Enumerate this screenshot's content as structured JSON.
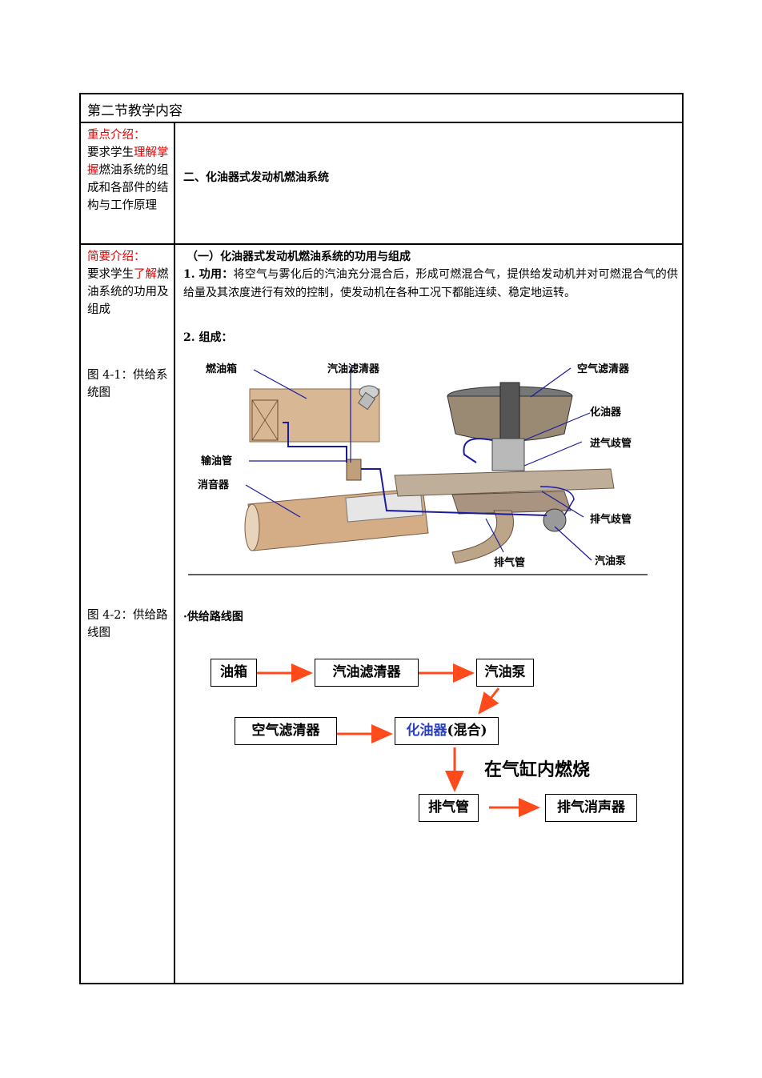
{
  "title": "第二节教学内容",
  "row1": {
    "left_red": "重点介绍：",
    "left_pre": "要求学生",
    "left_red2": "理解掌握",
    "left_post": "燃油系统的组成和各部件的结构与工作原理",
    "heading": "二、化油器式发动机燃油系统"
  },
  "row2": {
    "left_red": "简要介绍：",
    "left_pre": "要求学生",
    "left_red2": "了解",
    "left_post": "燃油系统的功用及组成",
    "fig1_caption": "图 4-1：供给系统图",
    "fig2_caption": "图 4-2：供给路线图",
    "subheading": "（一）化油器式发动机燃油系统的功用与组成",
    "func_label": "1. 功用：",
    "func_text": "将空气与雾化后的汽油充分混合后，形成可燃混合气，提供给发动机并对可燃混合气的供给量及其浓度进行有效的控制，使发动机在各种工况下都能连续、稳定地运转。",
    "comp_label": "2. 组成：",
    "route_title": "·供给路线图"
  },
  "diagram_labels": {
    "fuel_tank": "燃油箱",
    "fuel_filter": "汽油滤清器",
    "air_filter": "空气滤清器",
    "carburetor": "化油器",
    "intake_manifold": "进气歧管",
    "fuel_line": "输油管",
    "muffler": "消音器",
    "exhaust_manifold": "排气歧管",
    "exhaust_pipe": "排气管",
    "fuel_pump": "汽油泵"
  },
  "flow": {
    "tank": "油箱",
    "filter": "汽油滤清器",
    "pump": "汽油泵",
    "air_filter": "空气滤清器",
    "carb": "化油器",
    "carb_suffix": "(混合)",
    "burn": "在气缸内燃烧",
    "exhaust_pipe": "排气管",
    "muffler": "排气消声器"
  },
  "colors": {
    "red": "#e60000",
    "arrow": "#ff4a1c",
    "blue": "#2a3fbf",
    "diagram_line": "#1a1aa0"
  }
}
